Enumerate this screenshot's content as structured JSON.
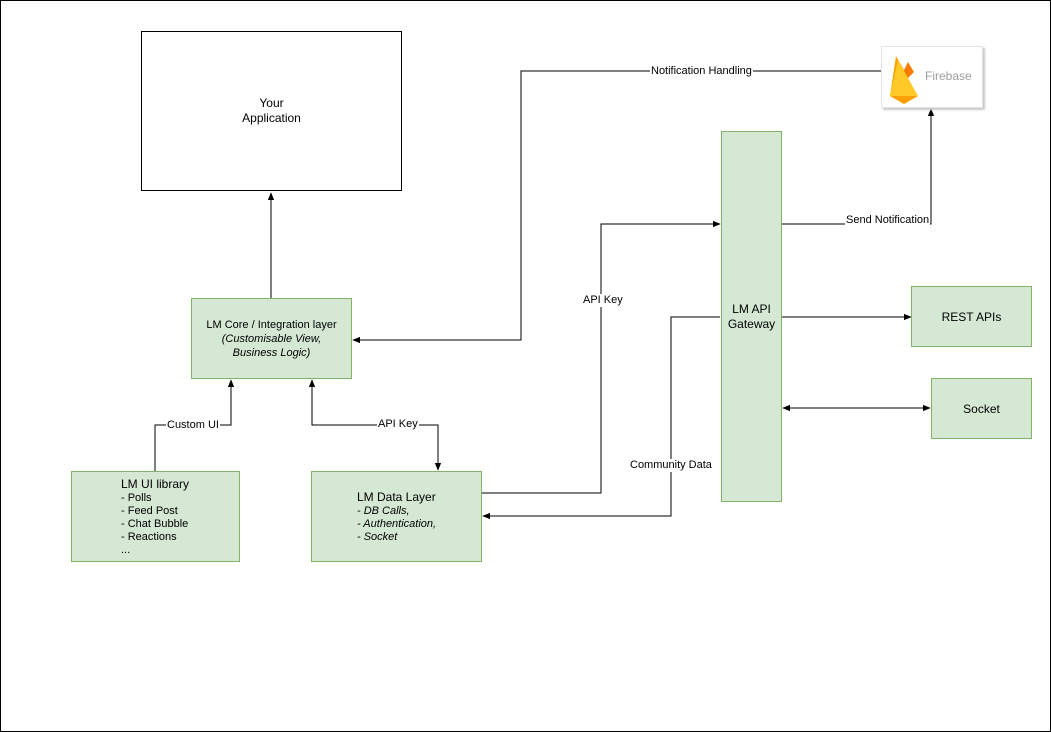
{
  "nodes": {
    "app": {
      "line1": "Your",
      "line2": "Application"
    },
    "core": {
      "title": "LM Core / Integration layer",
      "detail1": "(Customisable View,",
      "detail2": "Business Logic)"
    },
    "ui_lib": {
      "title": "LM UI library",
      "items": [
        "- Polls",
        "- Feed Post",
        "- Chat Bubble",
        "- Reactions",
        "..."
      ]
    },
    "data_layer": {
      "title": "LM Data Layer",
      "items": [
        "- DB Calls,",
        "- Authentication,",
        "- Socket"
      ]
    },
    "gateway": {
      "line1": "LM API",
      "line2": "Gateway"
    },
    "rest": {
      "label": "REST APIs"
    },
    "socket": {
      "label": "Socket"
    },
    "firebase": {
      "label": "Firebase",
      "icon": "firebase-flame-icon"
    }
  },
  "edges": {
    "custom_ui": "Custom UI",
    "api_key_core": "API Key",
    "api_key_gateway": "API Key",
    "community_data": "Community Data",
    "notification_handling": "Notification Handling",
    "send_notification": "Send Notification"
  },
  "colors": {
    "green_fill": "#d5e8d4",
    "green_stroke": "#82b366",
    "flame_orange": "#f5a623",
    "flame_yellow": "#ffca28"
  }
}
